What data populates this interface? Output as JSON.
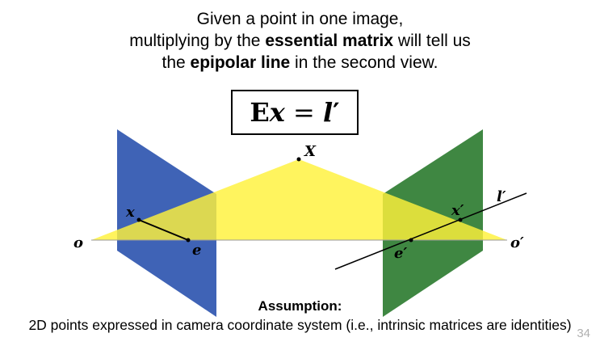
{
  "caption": {
    "line1": "Given a point in one image,",
    "line2_pre": "multiplying by the ",
    "line2_bold": "essential matrix",
    "line2_post": " will tell us",
    "line3_pre": "the ",
    "line3_bold": "epipolar line",
    "line3_post": " in the second view."
  },
  "equation": {
    "E": "E",
    "x": "x",
    "eq": " = ",
    "l": "l",
    "prime": "′"
  },
  "labels": {
    "X": "X",
    "x": "x",
    "x_prime": "x′",
    "o": "o",
    "o_prime": "o′",
    "e": "e",
    "e_prime": "e′",
    "l_prime": "l′"
  },
  "assumption": {
    "title": "Assumption:",
    "text": "2D points expressed in camera coordinate system (i.e., intrinsic matrices are identities)"
  },
  "page_number": "34",
  "colors": {
    "left_plane": "#2f56b0",
    "right_plane": "#2f7d32",
    "triangle": "#fff23a",
    "background": "#ffffff"
  }
}
